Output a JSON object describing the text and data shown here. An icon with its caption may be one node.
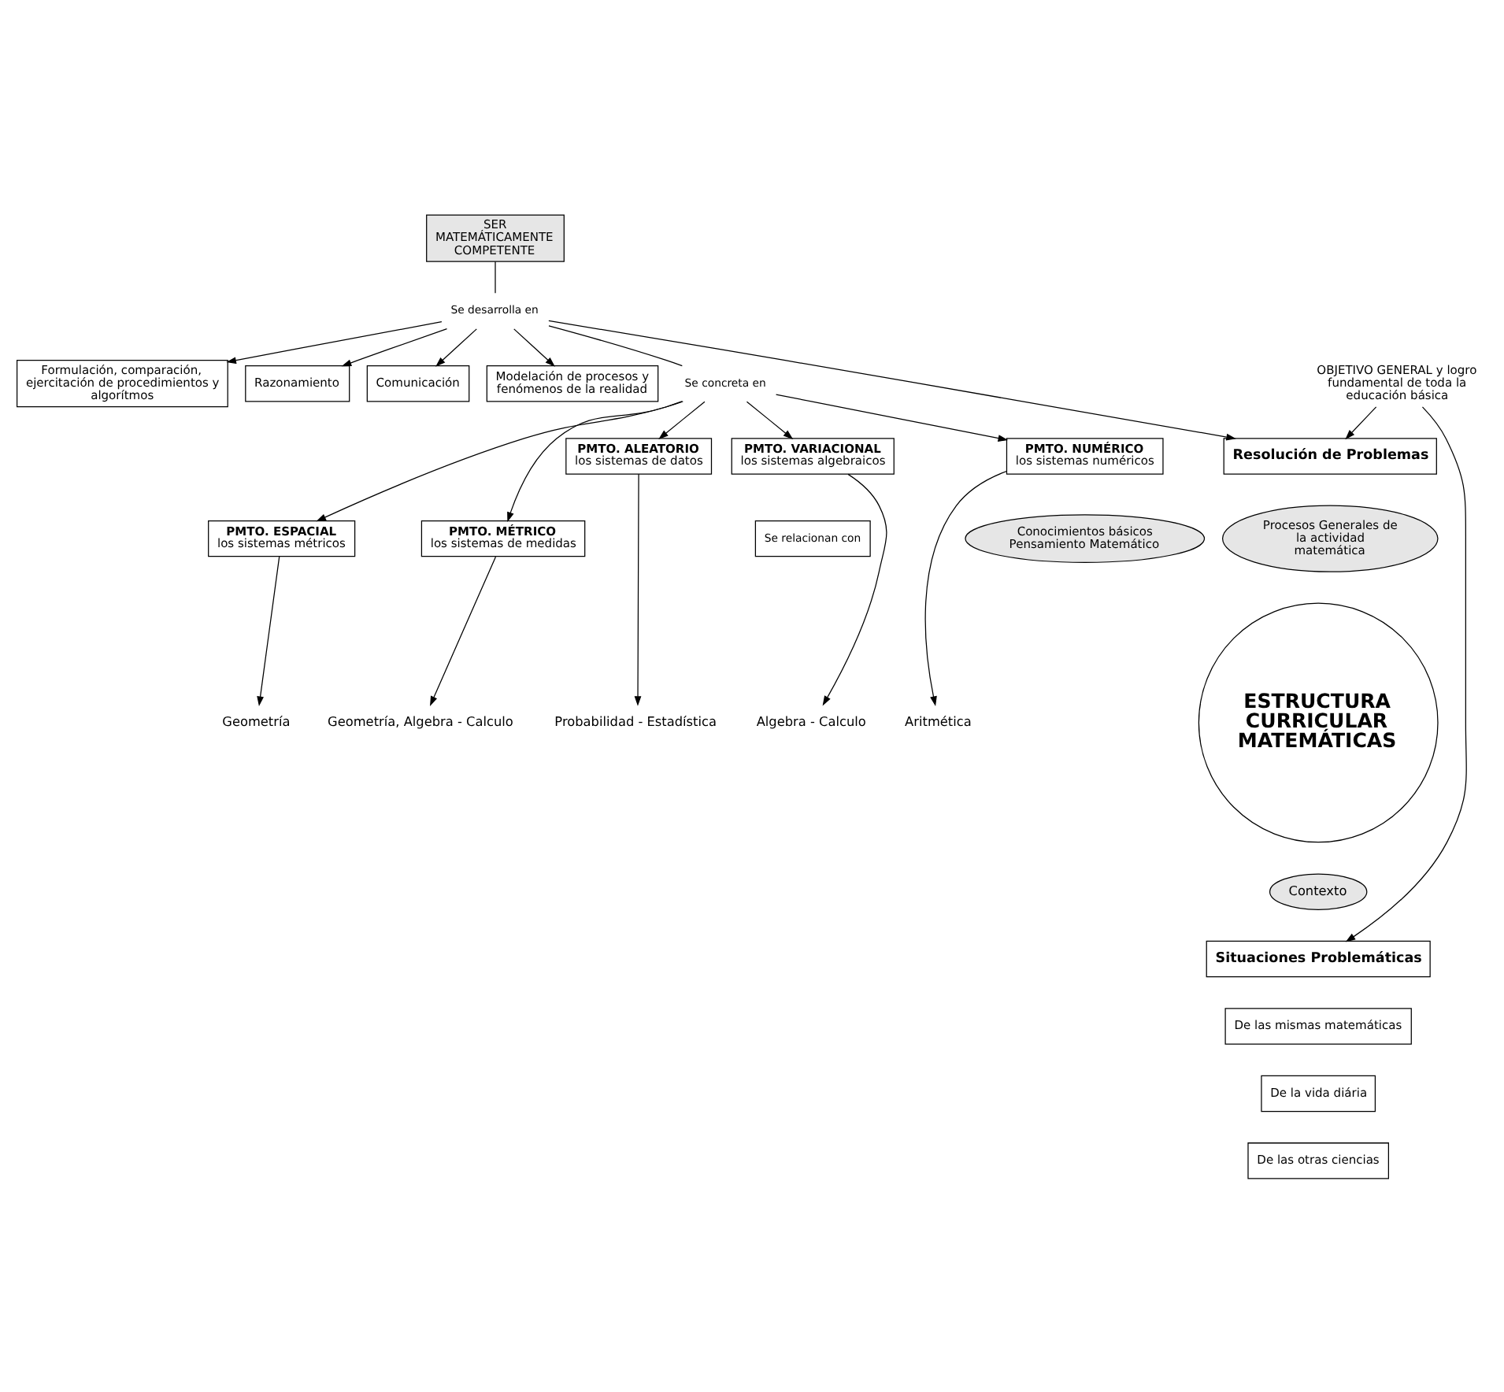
{
  "diagram": {
    "nodes": [
      {
        "text": [
          "SER MATEMÁTICAMENTE COMPETENTE"
        ]
      },
      {
        "text": [
          "Se desarrolla en"
        ]
      },
      {
        "text": [
          "Se concreta en"
        ]
      },
      {
        "text": [
          "Formulación, comparación, ejercitación de procedimientos y algorítmos"
        ]
      },
      {
        "text": [
          "Razonamiento"
        ]
      },
      {
        "text": [
          "Comunicación"
        ]
      },
      {
        "text": [
          "Modelación de procesos y fenómenos de la realidad"
        ]
      },
      {
        "text": [
          "Resolución de Problemas"
        ]
      },
      {
        "text": [
          "Procesos Generales de la actividad matemática"
        ]
      },
      {
        "text": [
          "ESTRUCTURA CURRICULAR MATEMÁTICAS"
        ]
      },
      {
        "text": [
          "Conocimientos básicos Pensamiento Matemático"
        ]
      },
      {
        "text": [
          "PMTO. NUMÉRICO",
          "los sistemas numéricos"
        ]
      },
      {
        "text": [
          "PMTO. ESPACIAL",
          "los sistemas métricos"
        ]
      },
      {
        "text": [
          "PMTO. MÉTRICO",
          "los sistemas de medidas"
        ]
      },
      {
        "text": [
          "PMTO. ALEATORIO",
          "los sistemas de datos"
        ]
      },
      {
        "text": [
          "PMTO. VARIACIONAL",
          "los sistemas algebraicos"
        ]
      },
      {
        "text": [
          "Se relacionan con"
        ]
      },
      {
        "text": [
          "Aritmética"
        ]
      },
      {
        "text": [
          "Geometría"
        ]
      },
      {
        "text": [
          "Geometría, Algebra - Calculo"
        ]
      },
      {
        "text": [
          "Probabilidad - Estadística"
        ]
      },
      {
        "text": [
          "Algebra - Calculo"
        ]
      },
      {
        "text": [
          "Contexto"
        ]
      },
      {
        "text": [
          "Situaciones Problemáticas"
        ]
      },
      {
        "text": [
          "De las mismas matemáticas"
        ]
      },
      {
        "text": [
          "De la vida diária"
        ]
      },
      {
        "text": [
          "De las otras ciencias"
        ]
      },
      {
        "text": [
          "OBJETIVO GENERAL y logro fundamental de toda la educación básica"
        ]
      }
    ],
    "edges": [
      {
        "from": 0,
        "to": 1,
        "arrow": "none"
      },
      {
        "from": 1,
        "to": 2,
        "arrow": "none"
      },
      {
        "from": 1,
        "to": 3,
        "arrow": "to"
      },
      {
        "from": 1,
        "to": 4,
        "arrow": "to"
      },
      {
        "from": 1,
        "to": 5,
        "arrow": "to"
      },
      {
        "from": 1,
        "to": 6,
        "arrow": "to"
      },
      {
        "from": 1,
        "to": 7,
        "arrow": "to"
      },
      {
        "from": 2,
        "to": 11,
        "arrow": "to"
      },
      {
        "from": 2,
        "to": 12,
        "arrow": "to"
      },
      {
        "from": 2,
        "to": 13,
        "arrow": "to"
      },
      {
        "from": 2,
        "to": 14,
        "arrow": "to"
      },
      {
        "from": 2,
        "to": 15,
        "arrow": "to"
      },
      {
        "from": 11,
        "to": 17,
        "arrow": "to"
      },
      {
        "from": 12,
        "to": 18,
        "arrow": "to"
      },
      {
        "from": 13,
        "to": 19,
        "arrow": "to"
      },
      {
        "from": 14,
        "to": 20,
        "arrow": "to"
      },
      {
        "from": 15,
        "to": 21,
        "arrow": "to"
      },
      {
        "from": 27,
        "to": 7,
        "arrow": "to"
      },
      {
        "from": 27,
        "to": 23,
        "arrow": "to"
      }
    ]
  }
}
